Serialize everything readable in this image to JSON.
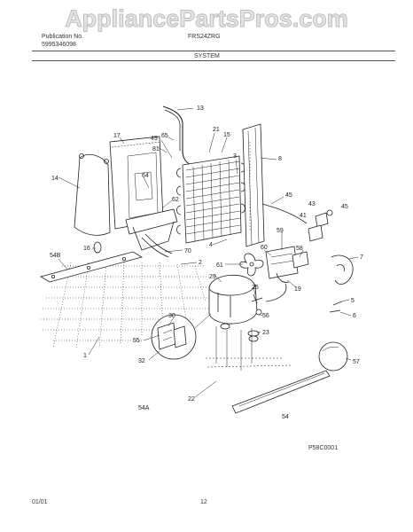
{
  "header": {
    "watermark": "AppliancePartsPros.com",
    "publication_label": "Publication No.",
    "publication_number": "5995346098",
    "model": "FRS24ZRG",
    "section": "SYSTEM"
  },
  "footer": {
    "date": "01/01",
    "page": "12",
    "figure_code": "P58C0001"
  },
  "callouts": {
    "c13": "13",
    "c17": "17",
    "c65": "65",
    "c49": "49",
    "c81": "81",
    "c21": "21",
    "c15": "15",
    "c3": "3",
    "c8": "8",
    "c14": "14",
    "c64": "64",
    "c62": "62",
    "c45a": "45",
    "c43": "43",
    "c45b": "45",
    "c41": "41",
    "c16": "16",
    "c4": "4",
    "c54b": "54B",
    "c70": "70",
    "c60": "60",
    "c59": "59",
    "c58": "58",
    "c7": "7",
    "c2": "2",
    "c61": "61",
    "c29": "29",
    "c25": "25",
    "c19": "19",
    "c5": "5",
    "c6": "6",
    "c30": "30",
    "c56": "56",
    "c55": "55",
    "c23": "23",
    "c32": "32",
    "c1": "1",
    "c57": "57",
    "c22": "22",
    "c54a": "54A",
    "c54": "54"
  }
}
